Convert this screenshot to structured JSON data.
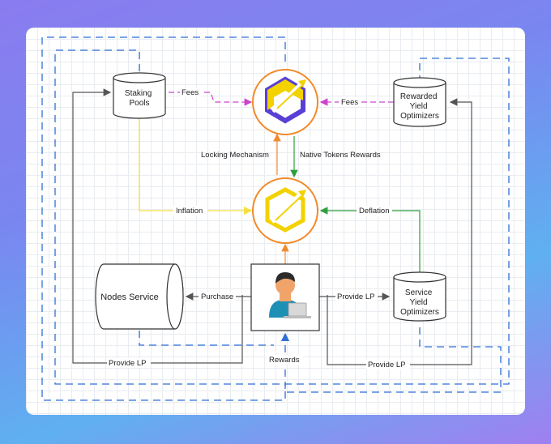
{
  "nodes": {
    "staking_pools": "Staking\nPools",
    "rewarded_yield": "Rewarded\nYield\nOptimizers",
    "nodes_service": "Nodes Service",
    "service_yield": "Service\nYield\nOptimizers"
  },
  "edges": {
    "fees_left": "Fees",
    "fees_right": "Fees",
    "locking": "Locking Mechanism",
    "native_rewards": "Native Tokens Rewards",
    "inflation": "Inflation",
    "deflation": "Deflation",
    "purchase": "Purchase",
    "provide_lp_right": "Provide LP",
    "provide_lp_bottom_left": "Provide LP",
    "provide_lp_bottom_right": "Provide LP",
    "rewards": "Rewards"
  },
  "colors": {
    "fees": "#cc44cc",
    "inflation": "#f5e042",
    "deflation": "#2e9e3e",
    "orange": "#f28a2a",
    "blue": "#2f6fd6",
    "gray": "#555555",
    "token_yellow": "#f2d200",
    "token_purple": "#5a3fd6"
  },
  "icons": [
    "token-logo-icon",
    "token-logo-icon",
    "user-laptop-icon"
  ]
}
